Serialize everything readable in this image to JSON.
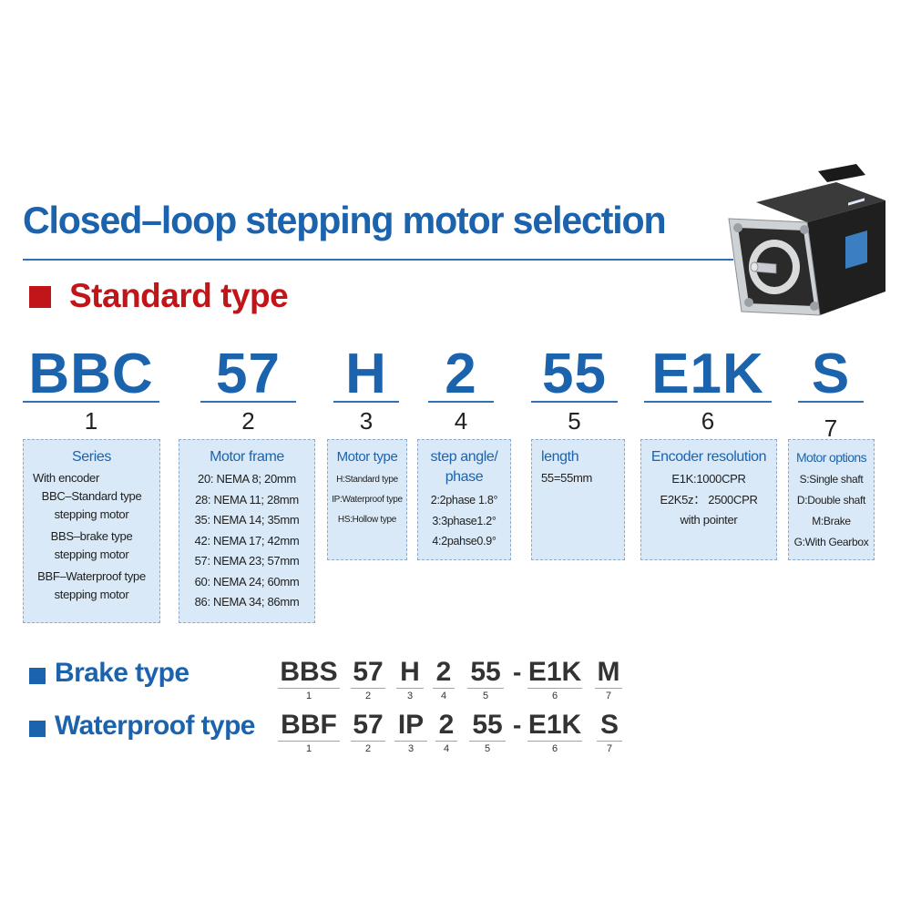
{
  "title": "Closed–loop stepping motor selection",
  "standard": {
    "label": "Standard type",
    "codes": [
      "BBC",
      "57",
      "H",
      "2",
      "55",
      "E1K",
      "S"
    ],
    "numbers": [
      "1",
      "2",
      "3",
      "4",
      "5",
      "6",
      "7"
    ]
  },
  "boxes": [
    {
      "title": "Series",
      "lines": [
        "With encoder",
        "BBC–Standard type",
        "stepping motor",
        "BBS–brake type",
        "stepping motor",
        "BBF–Waterproof type",
        "stepping motor"
      ]
    },
    {
      "title": "Motor frame",
      "lines": [
        "20: NEMA 8; 20mm",
        "28: NEMA 11; 28mm",
        "35: NEMA 14; 35mm",
        "42: NEMA 17; 42mm",
        "57: NEMA 23; 57mm",
        "60: NEMA 24; 60mm",
        "86: NEMA 34; 86mm"
      ]
    },
    {
      "title": "Motor type",
      "lines": [
        "H:Standard type",
        "IP:Waterproof type",
        "HS:Hollow type"
      ]
    },
    {
      "title": "step angle/",
      "title2": "phase",
      "lines": [
        "2:2phase 1.8°",
        "3:3phase1.2°",
        "4:2pahse0.9°"
      ]
    },
    {
      "title": "length",
      "lines": [
        "55=55mm"
      ]
    },
    {
      "title": "Encoder resolution",
      "lines": [
        "E1K:1000CPR",
        "E2K5z： 2500CPR",
        "with pointer"
      ]
    },
    {
      "title": "Motor options",
      "lines": [
        "S:Single shaft",
        "D:Double shaft",
        "M:Brake",
        "G:With Gearbox"
      ]
    }
  ],
  "brake": {
    "label": "Brake type",
    "codes": [
      "BBS",
      "57",
      "H",
      "2",
      "55",
      "E1K",
      "M"
    ],
    "numbers": [
      "1",
      "2",
      "3",
      "4",
      "5",
      "6",
      "7"
    ],
    "dash": "-"
  },
  "waterproof": {
    "label": "Waterproof type",
    "codes": [
      "BBF",
      "57",
      "IP",
      "2",
      "55",
      "E1K",
      "S"
    ],
    "numbers": [
      "1",
      "2",
      "3",
      "4",
      "5",
      "6",
      "7"
    ],
    "dash": "-"
  },
  "colors": {
    "primary_blue": "#1c63ad",
    "red": "#c0161a",
    "box_fill": "#d9e9f7"
  },
  "image": {
    "icon": "stepper-motor-icon"
  }
}
